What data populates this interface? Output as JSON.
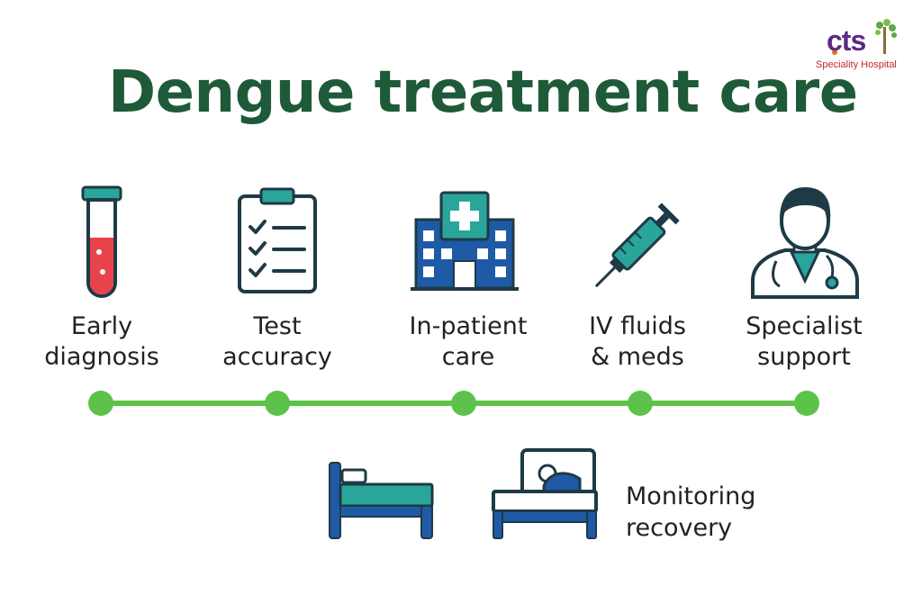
{
  "title": "Dengue treatment care",
  "logo": {
    "mark": "cts",
    "subtitle": "Speciality Hospital"
  },
  "steps": [
    {
      "line1": "Early",
      "line2": "diagnosis",
      "icon": "test-tube-icon"
    },
    {
      "line1": "Test",
      "line2": "accuracy",
      "icon": "checklist-icon"
    },
    {
      "line1": "In-patient",
      "line2": "care",
      "icon": "hospital-icon"
    },
    {
      "line1": "IV fluids",
      "line2": "& meds",
      "icon": "syringe-icon"
    },
    {
      "line1": "Specialist",
      "line2": "support",
      "icon": "doctor-icon"
    }
  ],
  "monitoring": {
    "line1": "Monitoring",
    "line2": "recovery",
    "icons": [
      "hospital-bed-icon",
      "patient-bed-icon"
    ]
  },
  "colors": {
    "title": "#1f5a38",
    "timeline": "#5cc24a",
    "icon_dark": "#1e3a46",
    "icon_blue": "#1f5aa6",
    "icon_teal": "#2aa59a",
    "tube_red": "#e8424a",
    "logo_purple": "#5b2a86",
    "logo_red": "#c0272d"
  }
}
